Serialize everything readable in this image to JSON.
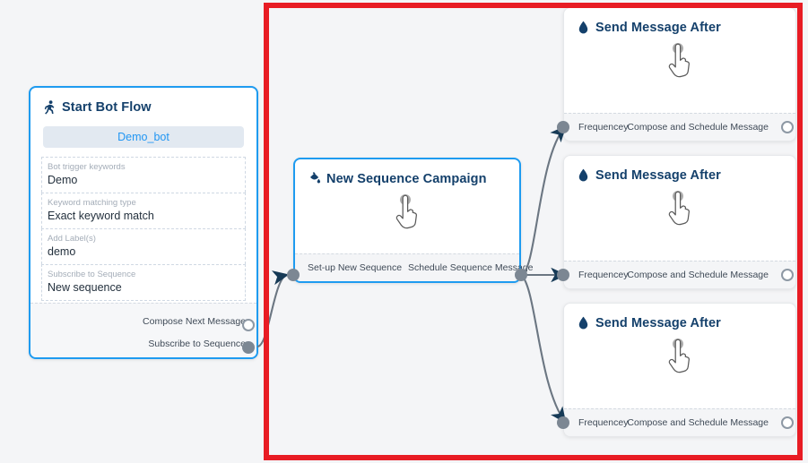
{
  "canvas": {
    "background_color": "#f4f5f7",
    "highlight_color": "#e81c24"
  },
  "nodes": {
    "start_bot_flow": {
      "title": "Start Bot Flow",
      "icon": "running-person-icon",
      "bot_chip": "Demo_bot",
      "fields": [
        {
          "label": "Bot trigger keywords",
          "value": "Demo"
        },
        {
          "label": "Keyword matching type",
          "value": "Exact keyword match"
        },
        {
          "label": "Add Label(s)",
          "value": "demo"
        },
        {
          "label": "Subscribe to Sequence",
          "value": "New sequence"
        }
      ],
      "ports": [
        {
          "label": "Compose Next Message",
          "style": "hollow"
        },
        {
          "label": "Subscribe to Sequence",
          "style": "filled"
        }
      ]
    },
    "new_sequence_campaign": {
      "title": "New Sequence Campaign",
      "icon": "paint-pour-icon",
      "body_icon": "pointing-hand-cursor-icon",
      "ports": [
        {
          "label": "Set-up New Sequence",
          "style": "filled"
        },
        {
          "label": "Schedule Sequence Message",
          "style": "filled"
        }
      ]
    },
    "send_message_cards": [
      {
        "title": "Send Message After",
        "icon": "water-droplet-icon",
        "body_icon": "pointing-hand-cursor-icon",
        "in_port_label": "Frequencey",
        "out_port_label": "Compose and Schedule Message"
      },
      {
        "title": "Send Message After",
        "icon": "water-droplet-icon",
        "body_icon": "pointing-hand-cursor-icon",
        "in_port_label": "Frequencey",
        "out_port_label": "Compose and Schedule Message"
      },
      {
        "title": "Send Message After",
        "icon": "water-droplet-icon",
        "body_icon": "pointing-hand-cursor-icon",
        "in_port_label": "Frequencey",
        "out_port_label": "Compose and Schedule Message"
      }
    ]
  },
  "connections": [
    {
      "from": "start_bot_flow.Subscribe to Sequence",
      "to": "new_sequence_campaign.Set-up New Sequence"
    },
    {
      "from": "new_sequence_campaign.Schedule Sequence Message",
      "to": "send_message_cards.0.Frequencey"
    },
    {
      "from": "new_sequence_campaign.Schedule Sequence Message",
      "to": "send_message_cards.1.Frequencey"
    },
    {
      "from": "new_sequence_campaign.Schedule Sequence Message",
      "to": "send_message_cards.2.Frequencey"
    }
  ]
}
